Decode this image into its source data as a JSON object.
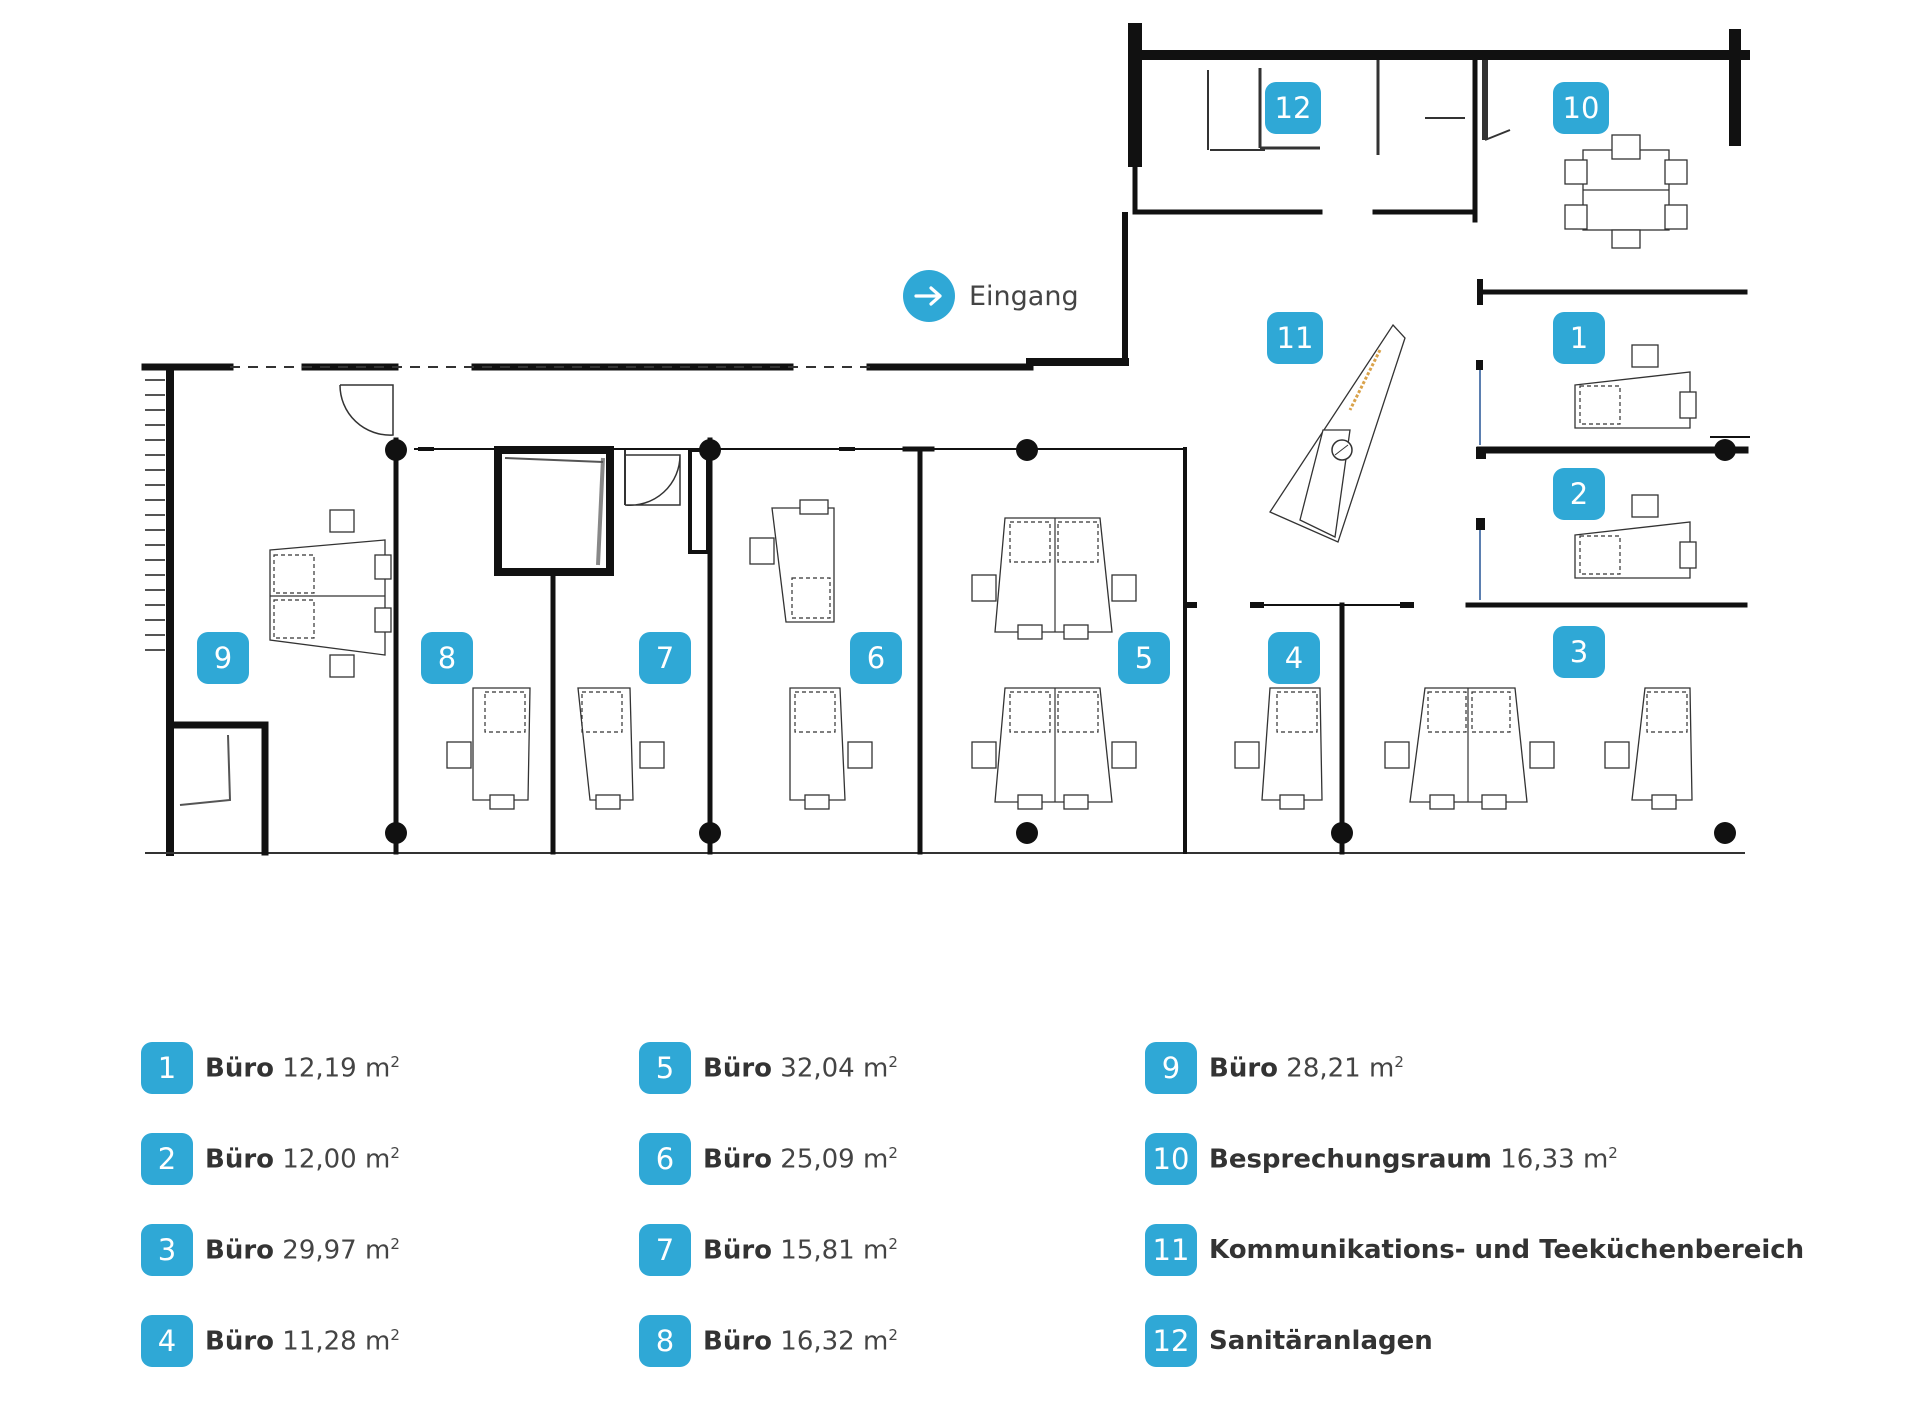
{
  "entrance": {
    "label": "Eingang",
    "icon": "arrow-right-icon"
  },
  "accent_color": "#2fa8d6",
  "rooms_on_plan": [
    "1",
    "2",
    "3",
    "4",
    "5",
    "6",
    "7",
    "8",
    "9",
    "10",
    "11",
    "12"
  ],
  "legend": [
    {
      "number": "1",
      "name": "Büro",
      "area": "12,19 m",
      "unit_sup": "2"
    },
    {
      "number": "2",
      "name": "Büro",
      "area": "12,00 m",
      "unit_sup": "2"
    },
    {
      "number": "3",
      "name": "Büro",
      "area": "29,97 m",
      "unit_sup": "2"
    },
    {
      "number": "4",
      "name": "Büro",
      "area": "11,28 m",
      "unit_sup": "2"
    },
    {
      "number": "5",
      "name": "Büro",
      "area": "32,04 m",
      "unit_sup": "2"
    },
    {
      "number": "6",
      "name": "Büro",
      "area": "25,09 m",
      "unit_sup": "2"
    },
    {
      "number": "7",
      "name": "Büro",
      "area": "15,81 m",
      "unit_sup": "2"
    },
    {
      "number": "8",
      "name": "Büro",
      "area": "16,32 m",
      "unit_sup": "2"
    },
    {
      "number": "9",
      "name": "Büro",
      "area": "28,21 m",
      "unit_sup": "2"
    },
    {
      "number": "10",
      "name": "Besprechungsraum",
      "area": "16,33 m",
      "unit_sup": "2"
    },
    {
      "number": "11",
      "name": "Kommunikations- und Teeküchenbereich",
      "area": "",
      "unit_sup": ""
    },
    {
      "number": "12",
      "name": "Sanitäranlagen",
      "area": "",
      "unit_sup": ""
    }
  ]
}
